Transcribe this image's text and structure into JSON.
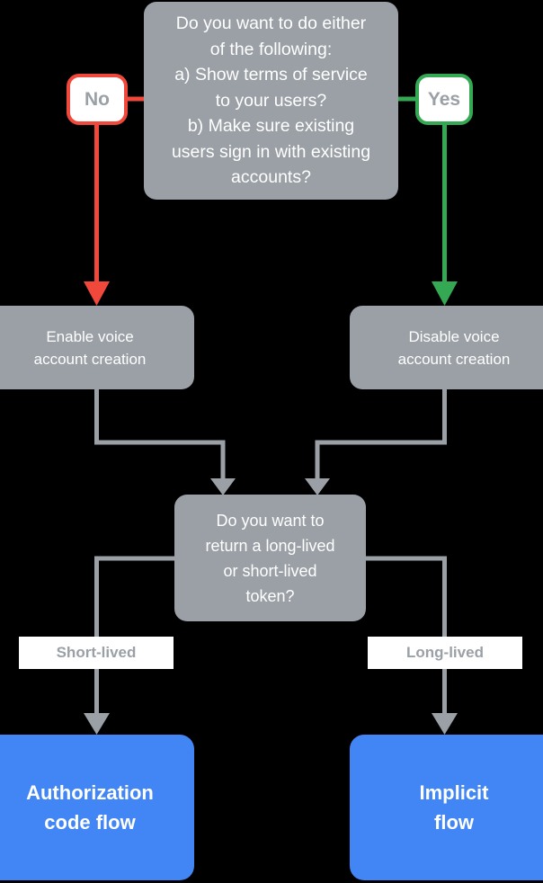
{
  "diagram": {
    "title": "Account linking flow decision chart",
    "background": "#000000",
    "colors": {
      "node_gray": "#9aa0a6",
      "node_blue": "#4285f4",
      "edge_gray": "#9aa0a6",
      "edge_red": "#f0483a",
      "edge_green": "#34a853",
      "label_text": "#9aa0a6",
      "node_text": "#ffffff",
      "badge_background": "#ffffff"
    }
  },
  "nodes": {
    "decision_1": {
      "id": "decision-1",
      "type": "decision",
      "text": "Do you want to do either\nof the following:\na) Show terms of service\nto your users?\nb) Make sure existing\nusers sign in with existing\naccounts?"
    },
    "decision_2": {
      "id": "decision-2",
      "type": "decision",
      "text": "Do you want to\nreturn a long-lived\nor short-lived\ntoken?"
    },
    "enable": {
      "id": "node-enable",
      "type": "action",
      "text": "Enable voice\naccount creation"
    },
    "disable": {
      "id": "node-disable",
      "type": "action",
      "text": "Disable voice\naccount creation"
    },
    "auth_code_flow": {
      "id": "node-auth",
      "type": "terminal",
      "text": "Authorization\ncode flow"
    },
    "implicit_flow": {
      "id": "node-implicit",
      "type": "terminal",
      "text": "Implicit\nflow"
    }
  },
  "badges": {
    "no": {
      "label": "No",
      "border_color": "#f0483a"
    },
    "yes": {
      "label": "Yes",
      "border_color": "#34a853"
    }
  },
  "edge_labels": {
    "short_lived": "Short-lived",
    "long_lived": "Long-lived"
  },
  "edges": [
    {
      "from": "decision_1",
      "to": "enable",
      "label": "No",
      "color": "#f0483a"
    },
    {
      "from": "decision_1",
      "to": "disable",
      "label": "Yes",
      "color": "#34a853"
    },
    {
      "from": "enable",
      "to": "decision_2",
      "label": "",
      "color": "#9aa0a6"
    },
    {
      "from": "disable",
      "to": "decision_2",
      "label": "",
      "color": "#9aa0a6"
    },
    {
      "from": "decision_2",
      "to": "auth_code_flow",
      "label": "Short-lived",
      "color": "#9aa0a6"
    },
    {
      "from": "decision_2",
      "to": "implicit_flow",
      "label": "Long-lived",
      "color": "#9aa0a6"
    }
  ]
}
